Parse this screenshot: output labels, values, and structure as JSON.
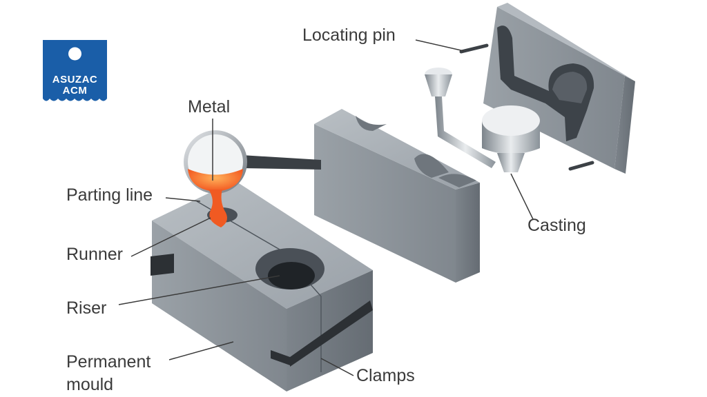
{
  "logo": {
    "line1": "ASUZAC",
    "line2": "ACM",
    "color": "#1a5ea8"
  },
  "labels": {
    "locating_pin": "Locating pin",
    "metal": "Metal",
    "parting_line": "Parting line",
    "runner": "Runner",
    "riser": "Riser",
    "permanent_mould_1": "Permanent",
    "permanent_mould_2": "mould",
    "casting": "Casting",
    "clamps": "Clamps"
  },
  "colors": {
    "steel_top": "#a9b0b6",
    "steel_front": "#8e959c",
    "steel_side": "#727a82",
    "molten_metal": "#ff6a2a",
    "clamp": "#2c3034"
  }
}
